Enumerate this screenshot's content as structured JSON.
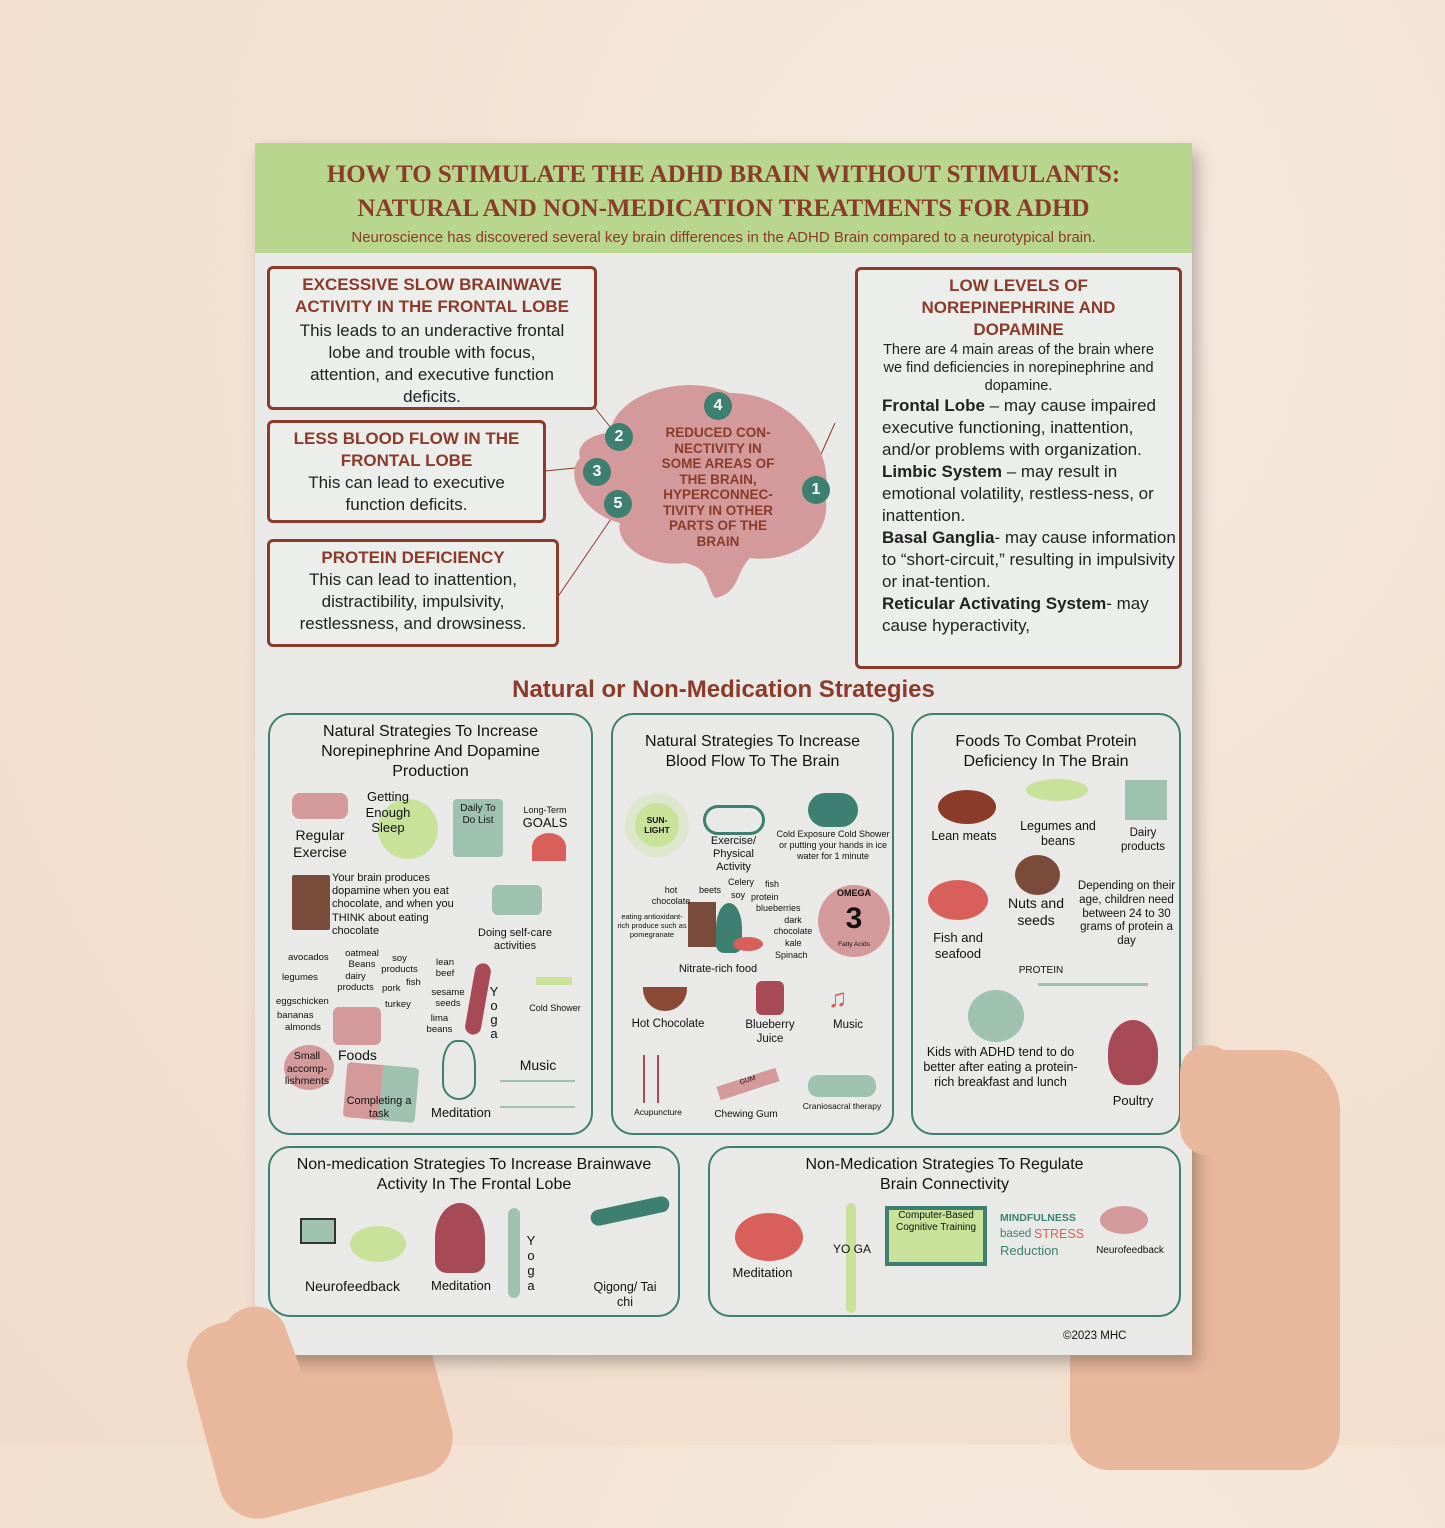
{
  "header": {
    "title_line1": "How to Stimulate the ADHD Brain Without Stimulants:",
    "title_line2": "Natural and Non-Medication Treatments for ADHD",
    "subtitle": "Neuroscience has discovered several key brain differences in the ADHD Brain compared to a neurotypical brain."
  },
  "boxes": [
    {
      "title": "EXCESSIVE SLOW BRAINWAVE ACTIVITY IN THE FRONTAL LOBE",
      "text": "This leads to an underactive frontal lobe and trouble with focus, attention, and executive function deficits."
    },
    {
      "title": "LESS BLOOD FLOW IN THE FRONTAL LOBE",
      "text": "This can lead to executive function deficits."
    },
    {
      "title": "PROTEIN DEFICIENCY",
      "text": "This can lead to inattention, distractibility, impulsivity, restlessness, and drowsiness."
    }
  ],
  "brain": {
    "text": "REDUCED CON-NECTIVITY IN SOME AREAS OF THE BRAIN, HYPERCONNEC-TIVITY IN OTHER PARTS OF THE BRAIN",
    "numbers": [
      "1",
      "2",
      "3",
      "4",
      "5"
    ]
  },
  "right_box": {
    "title": "LOW LEVELS OF NOREPINEPHRINE AND DOPAMINE",
    "intro": "There are 4 main areas of the brain where we find deficiencies in norepinephrine and dopamine.",
    "areas": [
      {
        "name": "Frontal Lobe",
        "text": " – may cause impaired executive functioning, inattention, and/or problems with organization."
      },
      {
        "name": "Limbic System",
        "text": " – may result in emotional volatility, restless-ness, or inattention."
      },
      {
        "name": "Basal Ganglia",
        "text": "- may cause information to “short-circuit,” resulting in impulsivity or inat-tention."
      },
      {
        "name": "Reticular Activating System",
        "text": "- may cause hyperactivity,"
      }
    ]
  },
  "section_title": "Natural or Non-Medication Strategies",
  "panel_a": {
    "title": "Natural Strategies To Increase Norepinephrine And Dopamine Production",
    "exercise": "Regular Exercise",
    "sleep": "Getting Enough Sleep",
    "todo": "Daily To Do List",
    "goals_small": "Long-Term",
    "goals": "GOALS",
    "chocolate": "Your brain produces dopamine when you eat chocolate, and when you THINK about eating chocolate",
    "selfcare": "Doing self-care activities",
    "foods_list": [
      "avocados",
      "oatmeal Beans",
      "soy products",
      "lean beef",
      "legumes",
      "dairy products",
      "pork",
      "fish",
      "eggschicken",
      "sesame seeds",
      "turkey",
      "bananas",
      "almonds",
      "lima beans"
    ],
    "foods": "Foods",
    "yoga": "Yoga",
    "shower": "Cold Shower",
    "accomplish": "Small accomp-lishments",
    "task": "Completing a task",
    "meditation": "Meditation",
    "music": "Music"
  },
  "panel_b": {
    "title": "Natural Strategies To Increase Blood Flow To The Brain",
    "sun": "SUN-LIGHT",
    "exercise": "Exercise/ Physical Activity",
    "cold": "Cold Exposure Cold Shower or putting your hands in ice water for 1 minute",
    "nitrate_list": [
      "hot chocolate",
      "beets",
      "Celery",
      "soy",
      "fish",
      "protein",
      "blueberries",
      "dark chocolate",
      "kale",
      "Spinach",
      "eating antioxidant-rich produce such as pomegranate"
    ],
    "nitrate": "Nitrate-rich food",
    "omega": "OMEGA",
    "omega_num": "3",
    "fatty": "Fatty Acids",
    "hot_choc": "Hot Chocolate",
    "juice": "Blueberry Juice",
    "music": "Music",
    "acupuncture": "Acupuncture",
    "gum_label": "GUM",
    "gum": "Chewing Gum",
    "cranio": "Craniosacral therapy"
  },
  "panel_c": {
    "title": "Foods To Combat Protein Deficiency In The Brain",
    "meats": "Lean meats",
    "legumes": "Legumes and beans",
    "dairy": "Dairy products",
    "fish": "Fish and seafood",
    "nuts": "Nuts and seeds",
    "age": "Depending on their age, children need between 24 to 30 grams of protein a day",
    "protein": "PROTEIN",
    "kids": "Kids with ADHD tend to do better after eating a protein-rich breakfast and lunch",
    "poultry": "Poultry"
  },
  "panel_d": {
    "title": "Non-medication Strategies To Increase Brainwave Activity In The Frontal Lobe",
    "neuro": "Neurofeedback",
    "meditation": "Meditation",
    "yoga": "Yoga",
    "qigong": "Qigong/ Tai chi"
  },
  "panel_e": {
    "title": "Non-Medication Strategies To Regulate Brain Connectivity",
    "meditation": "Meditation",
    "yoga": "YO GA",
    "computer": "Computer-Based Cognitive Training",
    "mind1": "MINDFULNESS",
    "mind2": "based",
    "mind3": "STRESS",
    "mind4": "Reduction",
    "neuro": "Neurofeedback"
  },
  "copyright": "©2023 MHC",
  "colors": {
    "brown": "#8a3b2a",
    "green": "#b9d68f",
    "teal": "#3d7f70",
    "pink": "#d4999a"
  }
}
